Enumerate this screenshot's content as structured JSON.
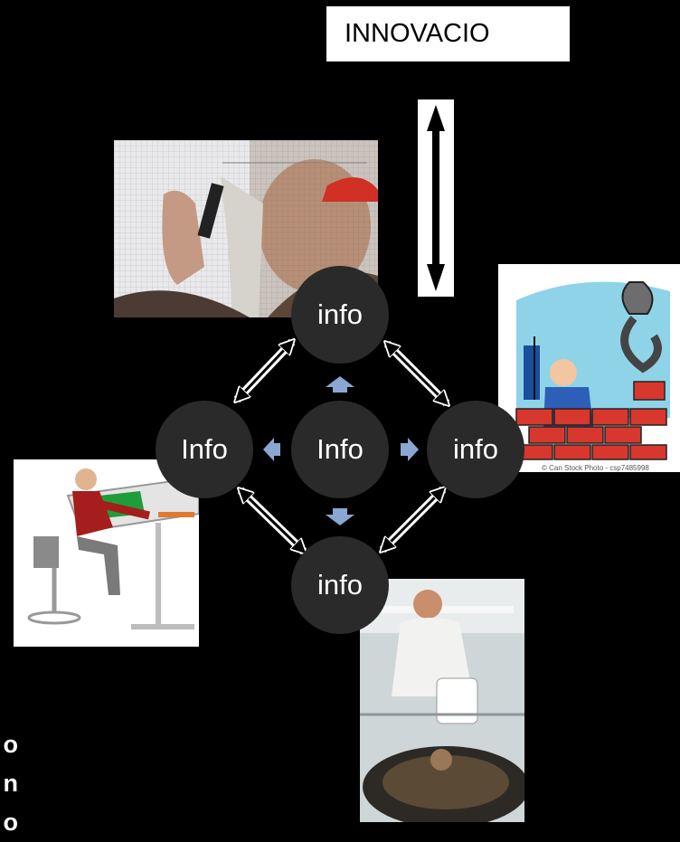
{
  "title": "INNOVACIO",
  "nodes": {
    "top": "info",
    "center": "Info",
    "left": "Info",
    "right": "info",
    "bottom": "info"
  },
  "watermark": "© Can Stock Photo - csp7485998",
  "side_text": [
    "o",
    "n",
    "o"
  ],
  "colors": {
    "background": "#000000",
    "node_fill": "#2a2a2a",
    "center_arrow": "#8aa6d2",
    "text": "#ffffff"
  }
}
